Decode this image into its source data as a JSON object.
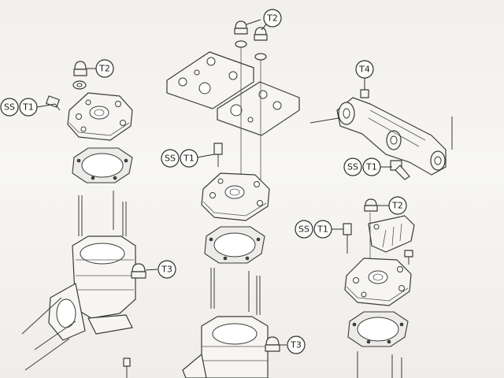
{
  "callouts": {
    "ss": "SS",
    "t1": "T1",
    "t2": "T2",
    "t3": "T3",
    "t4": "T4"
  },
  "colors": {
    "paper": "#f4f3ef",
    "line": "#3a3a3a"
  },
  "icons": {
    "fastener": "acorn-nut-icon",
    "stud": "stud-bolt-icon"
  }
}
